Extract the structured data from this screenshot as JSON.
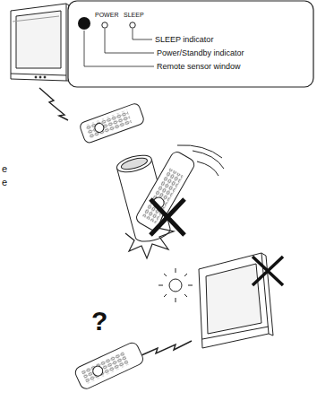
{
  "diagram": {
    "labels": [
      "POWER",
      "SLEEP",
      "SLEEP indicator",
      "Power/Standby indicator",
      "Remote sensor window",
      "e",
      "e"
    ]
  }
}
